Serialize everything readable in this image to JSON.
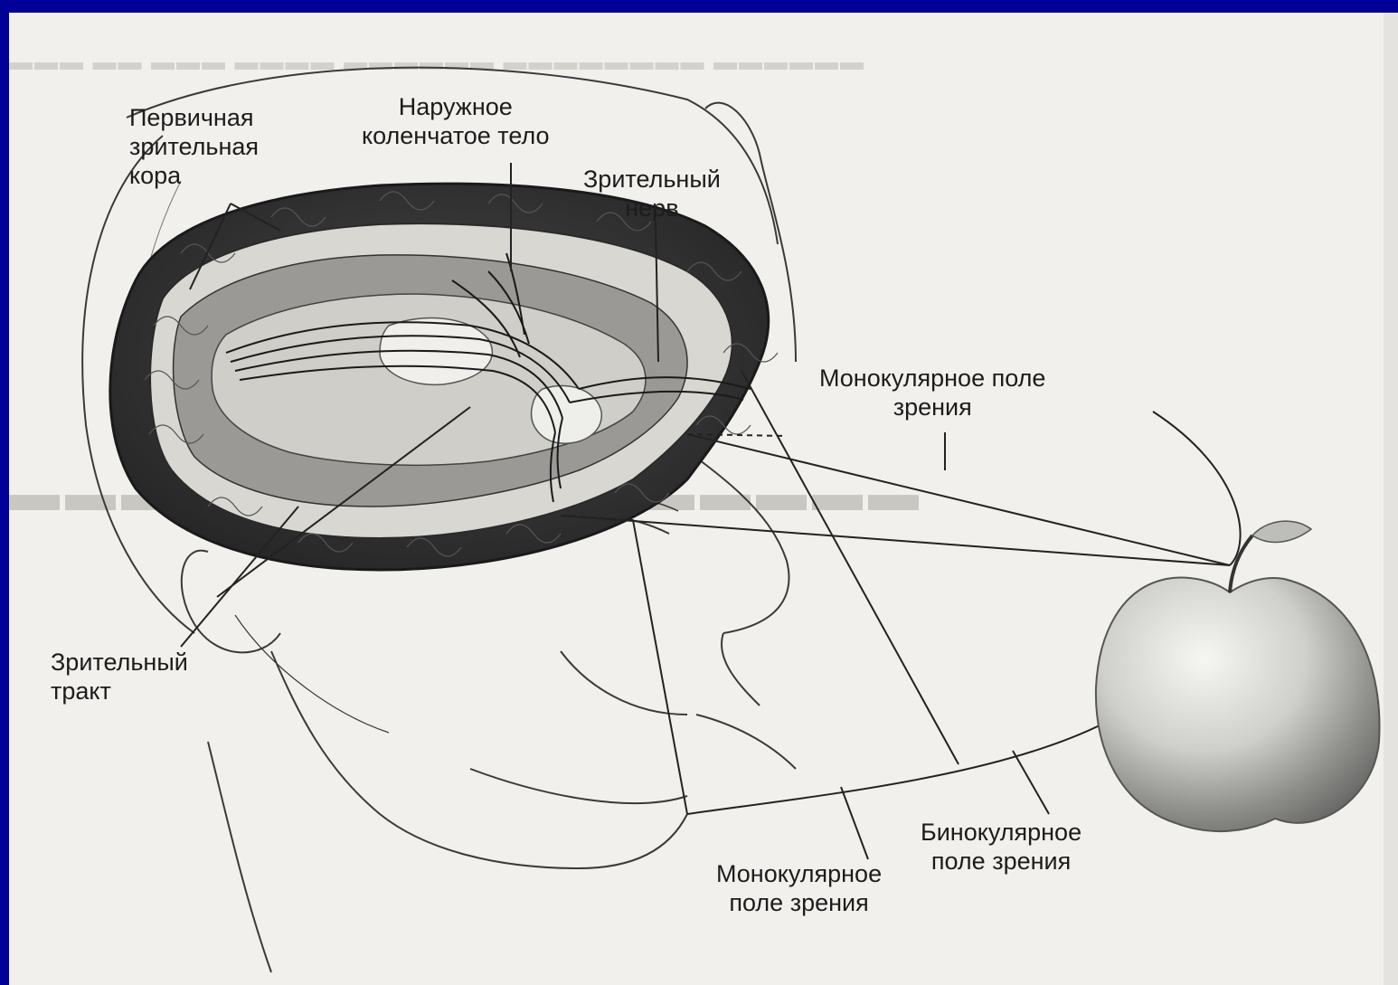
{
  "labels": {
    "primary_cortex": [
      "Первичная",
      "зрительная",
      "кора"
    ],
    "lgn": [
      "Наружное",
      "коленчатое тело"
    ],
    "optic_nerve": [
      "Зрительный",
      "нерв"
    ],
    "monocular_right": [
      "Монокулярное поле",
      "зрения"
    ],
    "optic_tract": [
      "Зрительный",
      "тракт"
    ],
    "binocular": [
      "Бинокулярное",
      "поле зрения"
    ],
    "monocular_bottom": [
      "Монокулярное",
      "поле зрения"
    ]
  },
  "colors": {
    "frame": "#000099",
    "paper": "#f1f0ec",
    "ink": "#1c1c1c",
    "brain": "#3b3b3b"
  }
}
